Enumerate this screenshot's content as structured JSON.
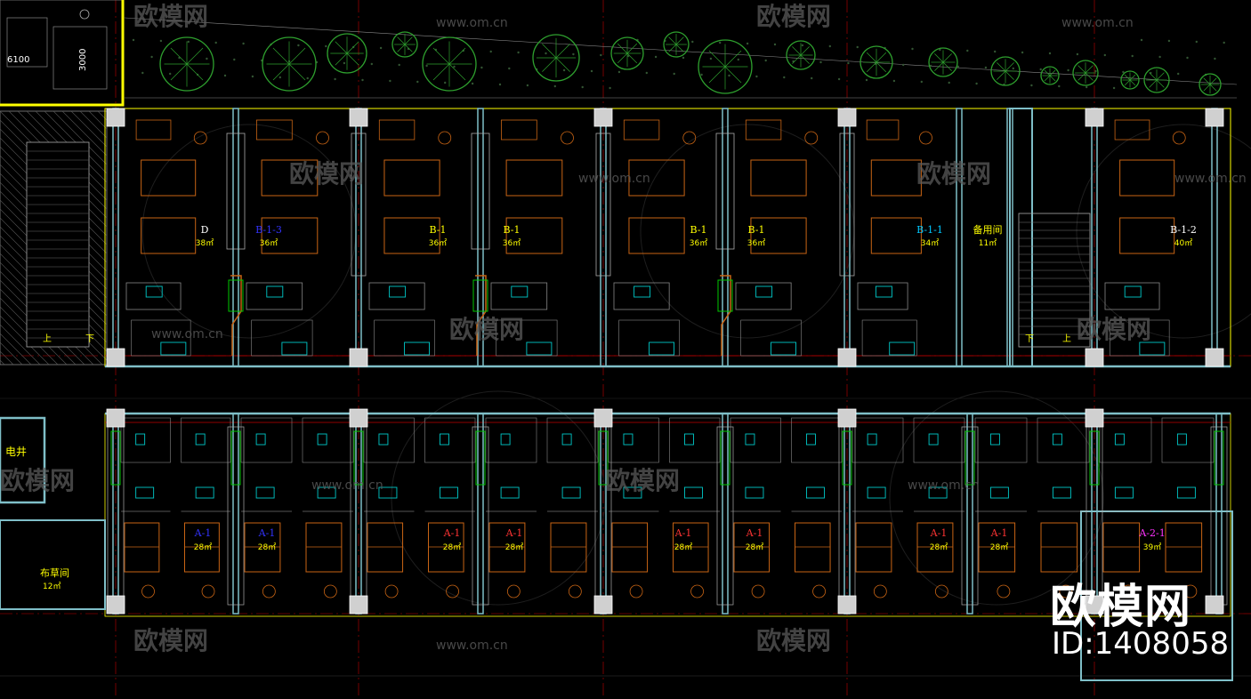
{
  "colors": {
    "background": "#000000",
    "wall": "#7fbfc8",
    "column": "#c8c8c8",
    "yellow_wall": "#ffff00",
    "furniture": "#c86414",
    "fixture": "#00c8c8",
    "tree": "#2ea02e",
    "grid_red": "#c00000",
    "dim_white": "#ffffff",
    "watermark": "#5a5a5a"
  },
  "dimensions": {
    "dim_a": "6100",
    "dim_b": "3000"
  },
  "rooms_top": [
    {
      "code": "D",
      "area": "38㎡",
      "code_color": "#ffffff",
      "area_color": "#ffff00"
    },
    {
      "code": "B-1-3",
      "area": "36㎡",
      "code_color": "#3333ff",
      "area_color": "#ffff00"
    },
    {
      "code": "B-1",
      "area": "36㎡",
      "code_color": "#ffff00",
      "area_color": "#ffff00"
    },
    {
      "code": "B-1",
      "area": "36㎡",
      "code_color": "#ffff00",
      "area_color": "#ffff00"
    },
    {
      "code": "B-1",
      "area": "36㎡",
      "code_color": "#ffff00",
      "area_color": "#ffff00"
    },
    {
      "code": "B-1",
      "area": "36㎡",
      "code_color": "#ffff00",
      "area_color": "#ffff00"
    },
    {
      "code": "B-1-1",
      "area": "34㎡",
      "code_color": "#00c8ff",
      "area_color": "#ffff00"
    },
    {
      "code": "备用间",
      "area": "11㎡",
      "code_color": "#ffff00",
      "area_color": "#ffff00"
    },
    {
      "code": "B-1-2",
      "area": "40㎡",
      "code_color": "#ffffff",
      "area_color": "#ffff00"
    }
  ],
  "rooms_bottom": [
    {
      "code": "A-1",
      "area": "28㎡",
      "code_color": "#3333ff",
      "area_color": "#ffff00"
    },
    {
      "code": "A-1",
      "area": "28㎡",
      "code_color": "#3333ff",
      "area_color": "#ffff00"
    },
    {
      "code": "A-1",
      "area": "28㎡",
      "code_color": "#ff3333",
      "area_color": "#ffff00"
    },
    {
      "code": "A-1",
      "area": "28㎡",
      "code_color": "#ff3333",
      "area_color": "#ffff00"
    },
    {
      "code": "A-1",
      "area": "28㎡",
      "code_color": "#ff3333",
      "area_color": "#ffff00"
    },
    {
      "code": "A-1",
      "area": "28㎡",
      "code_color": "#ff3333",
      "area_color": "#ffff00"
    },
    {
      "code": "A-1",
      "area": "28㎡",
      "code_color": "#ff3333",
      "area_color": "#ffff00"
    },
    {
      "code": "A-1",
      "area": "28㎡",
      "code_color": "#ff3333",
      "area_color": "#ffff00"
    },
    {
      "code": "A-2-1",
      "area": "39㎡",
      "code_color": "#ff33ff",
      "area_color": "#ffff00"
    }
  ],
  "labels": {
    "elec": "电井",
    "linen": "布草间",
    "linen_area": "12㎡",
    "stair_up": "上",
    "stair_down": "下"
  },
  "watermarks": {
    "cn": "欧模网",
    "url": "www.om.cn"
  },
  "brand": {
    "name": "欧模网",
    "id": "ID:1408058"
  }
}
